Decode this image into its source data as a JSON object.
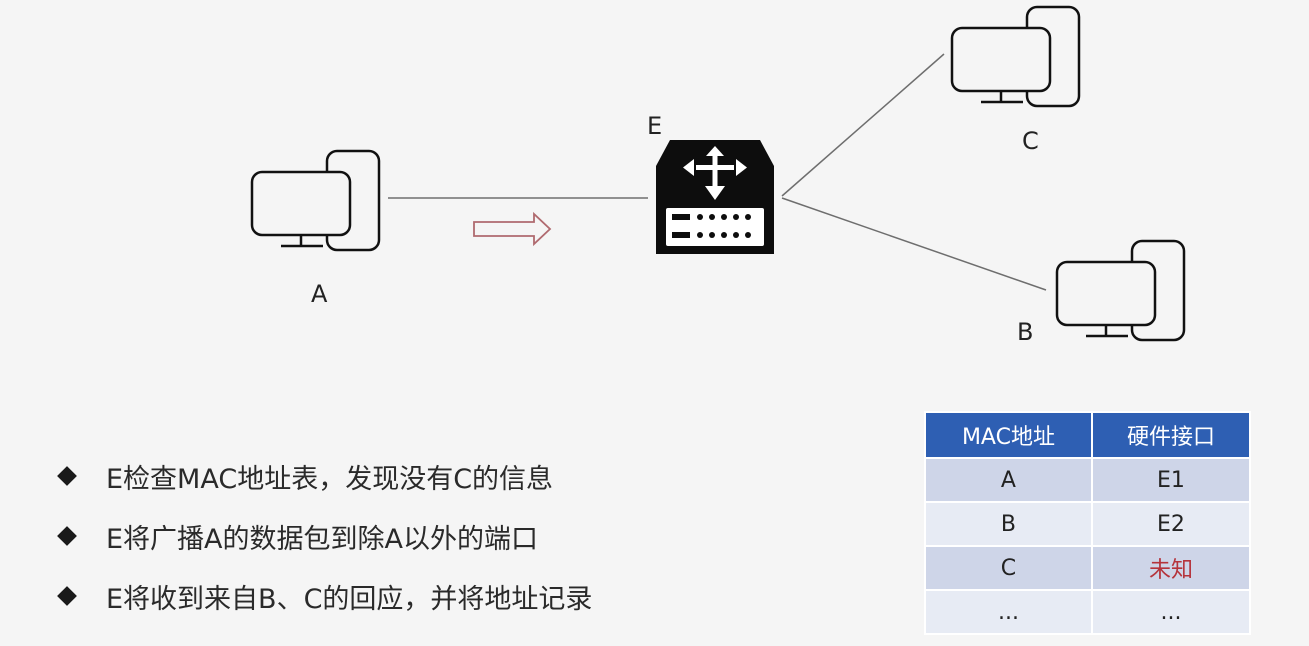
{
  "nodes": {
    "a": "A",
    "b": "B",
    "c": "C",
    "e": "E"
  },
  "bullets": [
    "E检查MAC地址表，发现没有C的信息",
    "E将广播A的数据包到除A以外的端口",
    "E将收到来自B、C的回应，并将地址记录"
  ],
  "table": {
    "headers": [
      "MAC地址",
      "硬件接口"
    ],
    "rows": [
      [
        "A",
        "E1"
      ],
      [
        "B",
        "E2"
      ],
      [
        "C",
        "未知"
      ],
      [
        "...",
        "..."
      ]
    ]
  },
  "colors": {
    "header_bg": "#2e5fb3",
    "row_dark": "#ced5e8",
    "row_light": "#e7ebf4",
    "unknown_text": "#b5333b",
    "arrow": "#b06a6f"
  },
  "icons": {
    "computer": "desktop-computer-icon",
    "switch": "network-switch-icon",
    "arrow": "right-arrow-icon"
  }
}
